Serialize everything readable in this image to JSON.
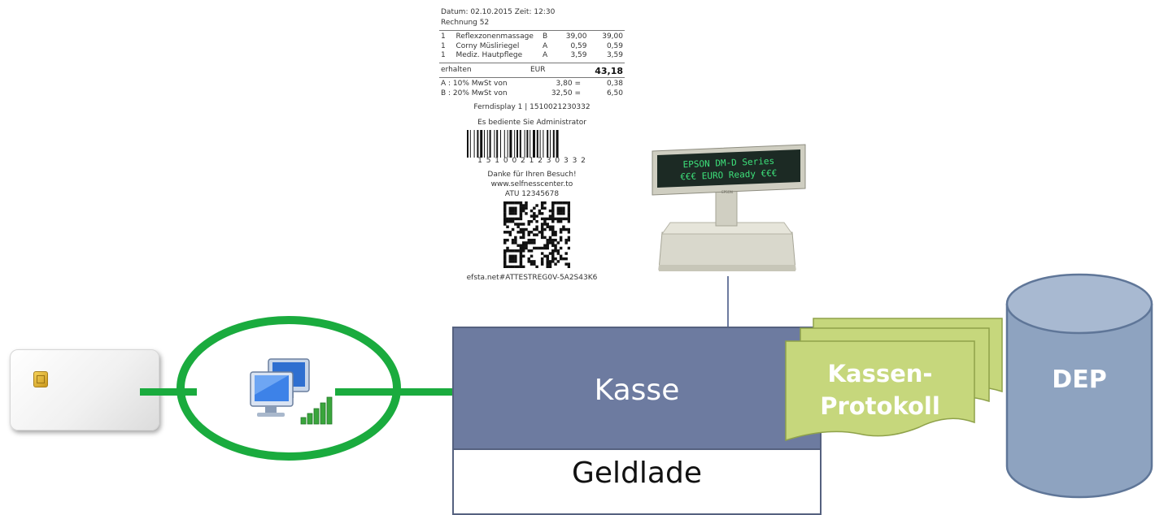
{
  "receipt": {
    "header_line": "Datum: 02.10.2015  Zeit: 12:30",
    "invoice": "Rechnung 52",
    "items": [
      {
        "qty": "1",
        "name": "Reflexzonenmassage",
        "tax": "B",
        "price": "39,00",
        "total": "39,00"
      },
      {
        "qty": "1",
        "name": "Corny Müsliriegel",
        "tax": "A",
        "price": "0,59",
        "total": "0,59"
      },
      {
        "qty": "1",
        "name": "Mediz. Hautpflege",
        "tax": "A",
        "price": "3,59",
        "total": "3,59"
      }
    ],
    "received_label": "erhalten",
    "currency": "EUR",
    "received_total": "43,18",
    "vat_lines": [
      {
        "label": "A : 10% MwSt von",
        "base": "3,80 =",
        "amount": "0,38"
      },
      {
        "label": "B : 20% MwSt von",
        "base": "32,50 =",
        "amount": "6,50"
      }
    ],
    "display_line": "Ferndisplay 1 | 1510021230332",
    "served_by": "Es bediente Sie Administrator",
    "barcode_digits": "1 5 1 0 0 2 1 2 3 0 3 3 2",
    "thanks": "Danke für Ihren Besuch!",
    "website": "www.selfnesscenter.to",
    "atu": "ATU 12345678",
    "footer": "efsta.net#ATTESTREG0V-5A2S43K6"
  },
  "display": {
    "line1": "EPSON DM-D Series",
    "line2": "€€€ EURO Ready €€€",
    "brand": "EPSON"
  },
  "labels": {
    "kasse": "Kasse",
    "geldlade": "Geldlade",
    "protokoll_line1": "Kassen-",
    "protokoll_line2": "Protokoll",
    "dep": "DEP"
  },
  "colors": {
    "connection_green": "#1aab3e",
    "kasse_fill": "#6d7ba0",
    "protokoll_fill": "#c6d77c",
    "dep_fill": "#8ea3c0",
    "display_text": "#3de07a"
  }
}
